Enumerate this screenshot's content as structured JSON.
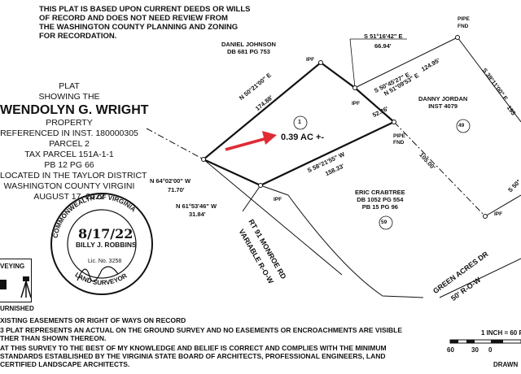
{
  "top_note": [
    "THIS PLAT IS BASED UPON CURRENT DEEDS OR WILLS",
    "OF RECORD AND DOES NOT NEED REVIEW FROM",
    "THE WASHINGTON COUNTY PLANNING AND ZONING",
    "FOR RECORDATION."
  ],
  "title_block": {
    "line1": "PLAT",
    "line2": "SHOWING THE",
    "owner_name": "WENDOLYN G. WRIGHT",
    "line3": "PROPERTY",
    "line4": "REFERENCED IN INST. 180000305",
    "line5": "PARCEL 2",
    "line6": "TAX PARCEL 151A-1-1",
    "line7": "PB 12 PG 66",
    "line8": "LOCATED IN THE TAYLOR DISTRICT",
    "line9": "WASHINGTON COUNTY VIRGINI",
    "line10": "AUGUST 17, 2022"
  },
  "adjoiners": {
    "daniel": {
      "name": "DANIEL JOHNSON",
      "ref": "DB 681 PG 753"
    },
    "danny": {
      "name": "DANNY JORDAN",
      "ref": "INST 4079",
      "lot": "49"
    },
    "eric": {
      "name": "ERIC CRABTREE",
      "ref1": "DB 1052 PG 554",
      "ref2": "PB 15 PG 96",
      "lot": "59"
    }
  },
  "parcel": {
    "number": "1",
    "area": "0.39 AC +-"
  },
  "bearings": {
    "b1": "N 50°21'00\" E",
    "d1": "174.88'",
    "b2": "S 51°16'42\" E",
    "d2": "66.94'",
    "b3": "S 50°45'27\" E",
    "d3": "52.26'",
    "b4": "S 58°21'55\" W",
    "d4": "158.33'",
    "b5": "N 64°02'00\" W",
    "d5": "71.70'",
    "b6": "N 61°53'46\" W",
    "d6": "31.84'",
    "b7": "N 51°09'53\" E",
    "d7": "124.95'",
    "b8": "S 39°11'00\" E",
    "d8": "195",
    "d9": "105.00'",
    "b10": "S 50°"
  },
  "markers": {
    "ipf": "IPF",
    "pipe_fnd": "PIPE FND",
    "pipe": "PIPE",
    "fnd": "FND"
  },
  "roads": {
    "rt91_1": "RT 91 MONROE RD",
    "rt91_2": "VARIABLE R-O-W",
    "green_1": "GREEN ACRES DR",
    "green_2": "50' R-O-W"
  },
  "seal": {
    "ring_top": "COMMONWEALTH OF VIRGINIA",
    "ring_bottom": "LAND SURVEYOR",
    "date": "8/17/22",
    "name": "BILLY J. ROBBINS",
    "lic": "Lic. No. 3258"
  },
  "left_box": {
    "label": "VEYING",
    "furnished": "URNISHED"
  },
  "scale": {
    "label": "1 INCH = 60 F",
    "t1": "60",
    "t2": "30",
    "t3": "0",
    "drawn": "DRAWN"
  },
  "notes": [
    "XISTING EASEMENTS OR RIGHT OF WAYS ON RECORD",
    "3 PLAT REPRESENTS AN ACTUAL ON THE GROUND SURVEY AND NO EASEMENTS OR ENCROACHMENTS ARE VISIBLE",
    "THER THAN SHOWN THEREON.",
    "AT THIS SURVEY TO THE BEST OF MY KNOWLEDGE AND BELIEF IS CORRECT AND COMPLIES WITH THE MINIMUM",
    "STANDARDS ESTABLISHED BY THE VIRGINIA STATE BOARD OF ARCHITECTS, PROFESSIONAL ENGINEERS, LAND",
    "CERTIFIED LANDSCAPE ARCHITECTS."
  ],
  "colors": {
    "arrow": "#e02b35",
    "ink": "#111111"
  }
}
